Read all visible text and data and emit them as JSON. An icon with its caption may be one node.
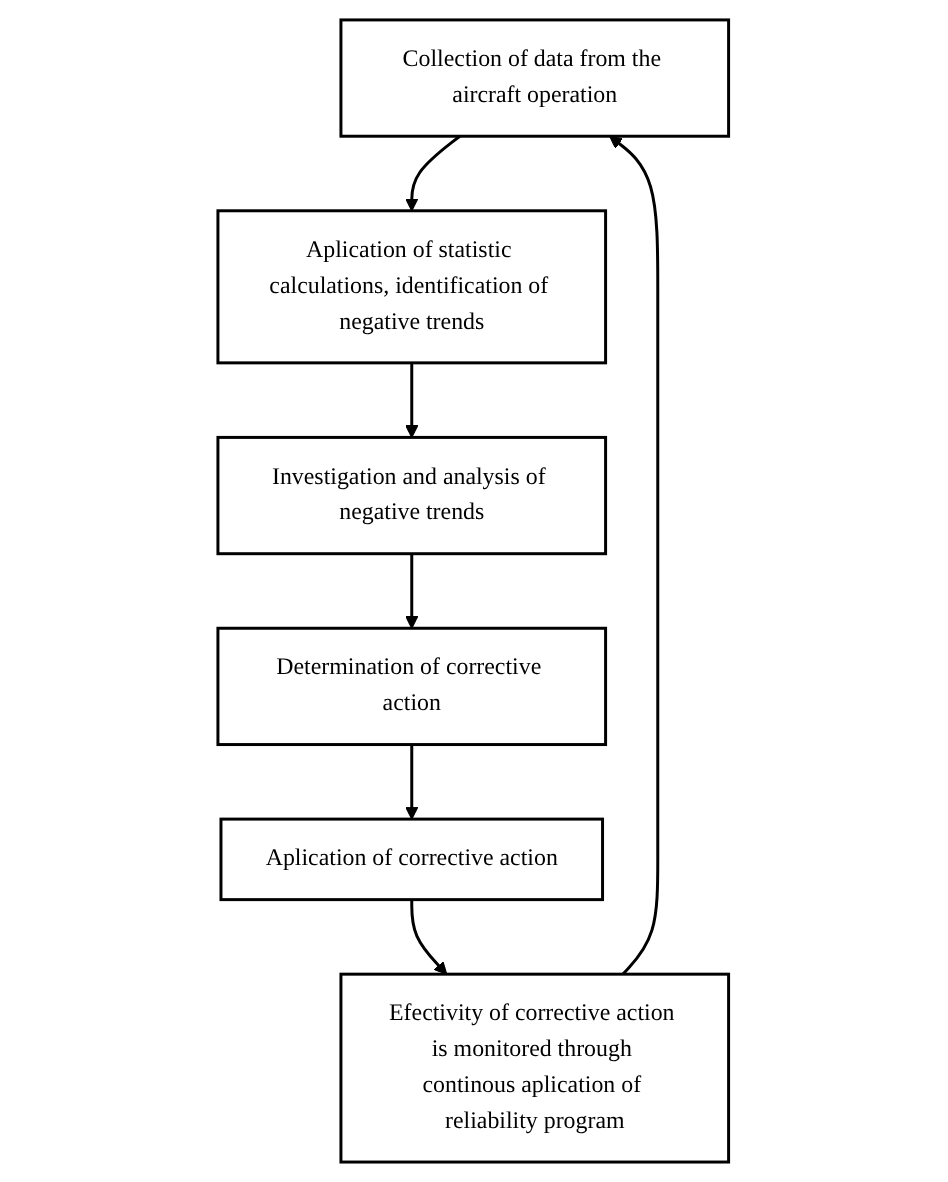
{
  "diagram": {
    "nodes": [
      {
        "text": [
          "Collection of data from the aircraft operation"
        ]
      },
      {
        "text": [
          "Aplication of statistic calculations, identification of negative trends"
        ]
      },
      {
        "text": [
          "Investigation and analysis of negative trends"
        ]
      },
      {
        "text": [
          "Determination of corrective action"
        ]
      },
      {
        "text": [
          "Aplication of corrective action"
        ]
      },
      {
        "text": [
          "Efectivity of corrective action is monitored through continous aplication of reliability program"
        ]
      }
    ],
    "edges": [
      {
        "from": 0,
        "to": 1,
        "arrow": "to"
      },
      {
        "from": 1,
        "to": 2,
        "arrow": "to"
      },
      {
        "from": 2,
        "to": 3,
        "arrow": "to"
      },
      {
        "from": 3,
        "to": 4,
        "arrow": "to"
      },
      {
        "from": 4,
        "to": 5,
        "arrow": "to"
      },
      {
        "from": 5,
        "to": 0,
        "arrow": "to"
      }
    ]
  }
}
